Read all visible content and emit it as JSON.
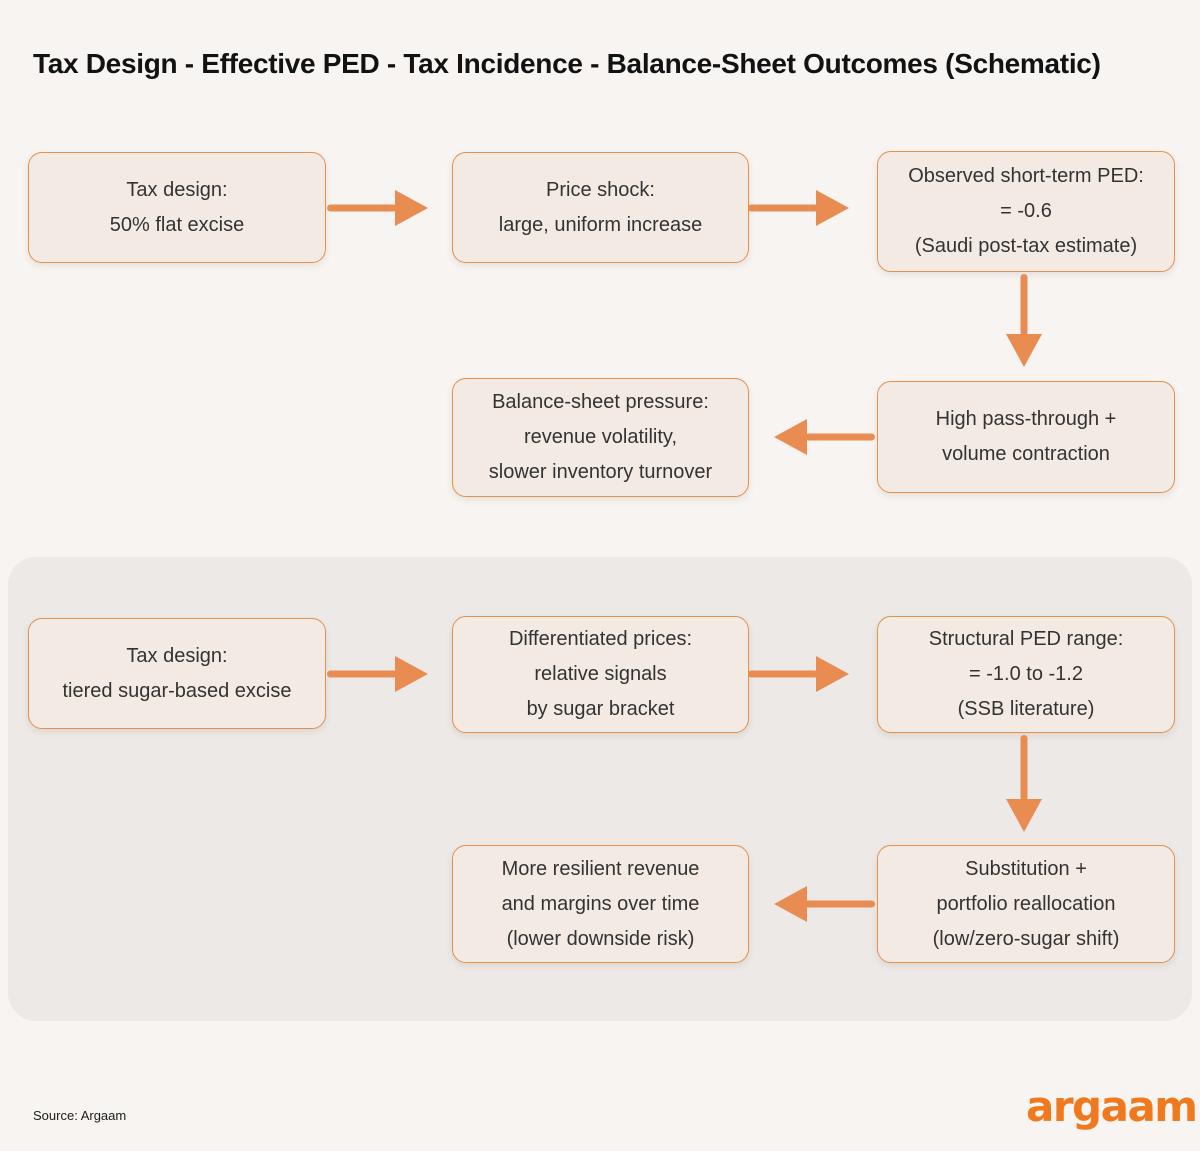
{
  "title": "Tax Design - Effective PED - Tax Incidence - Balance-Sheet Outcomes (Schematic)",
  "sections": [
    {
      "name": "flat-excise-flow",
      "nodes": [
        {
          "id": "tax-design-flat",
          "lines": [
            "Tax design:",
            "50% flat excise"
          ]
        },
        {
          "id": "price-shock",
          "lines": [
            "Price shock:",
            "large, uniform increase"
          ]
        },
        {
          "id": "observed-ped",
          "lines": [
            "Observed short-term PED:",
            "= -0.6",
            "(Saudi post-tax estimate)"
          ]
        },
        {
          "id": "pass-through",
          "lines": [
            "High pass-through +",
            "volume contraction"
          ]
        },
        {
          "id": "balance-sheet",
          "lines": [
            "Balance-sheet pressure:",
            "revenue volatility,",
            "slower inventory turnover"
          ]
        }
      ]
    },
    {
      "name": "tiered-excise-flow",
      "nodes": [
        {
          "id": "tax-design-tiered",
          "lines": [
            "Tax design:",
            "tiered sugar-based excise"
          ]
        },
        {
          "id": "differentiated-prices",
          "lines": [
            "Differentiated prices:",
            "relative signals",
            "by sugar bracket"
          ]
        },
        {
          "id": "structural-ped",
          "lines": [
            "Structural PED range:",
            "= -1.0 to -1.2",
            "(SSB literature)"
          ]
        },
        {
          "id": "substitution",
          "lines": [
            "Substitution +",
            "portfolio reallocation",
            "(low/zero-sugar shift)"
          ]
        },
        {
          "id": "resilient-revenue",
          "lines": [
            "More resilient revenue",
            "and margins over time",
            "(lower downside risk)"
          ]
        }
      ]
    }
  ],
  "footer": {
    "source": "Source: Argaam",
    "brand": "argaam"
  },
  "colors": {
    "page_bg": "#F7F4F1",
    "section_bg": "#ECE9E6",
    "box_fill": "#F3EBE3",
    "box_border": "#E2914F",
    "accent": "#E98C51",
    "logo": "#F0791E"
  }
}
